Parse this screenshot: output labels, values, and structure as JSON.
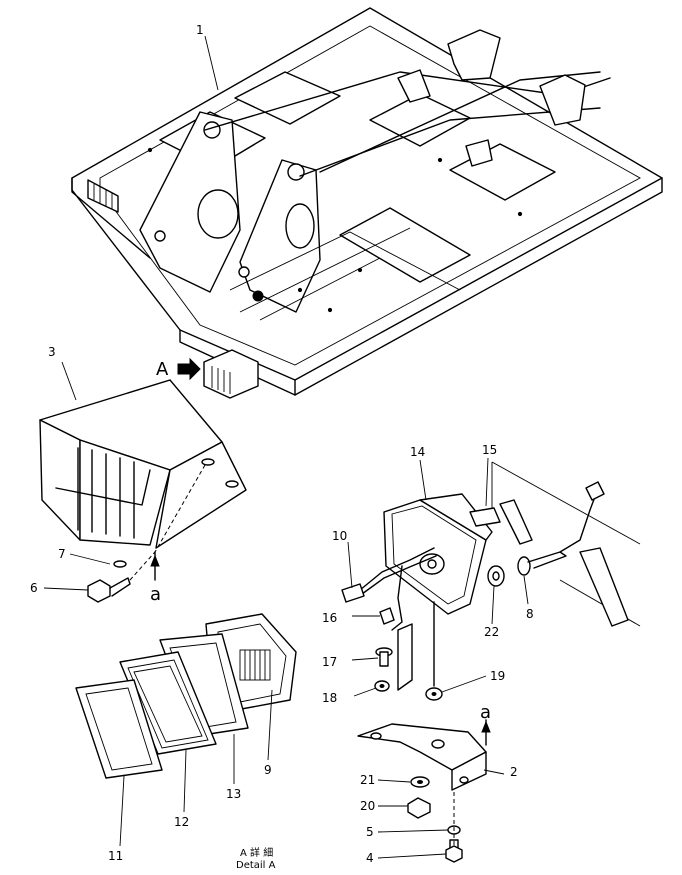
{
  "callouts": {
    "c1": "1",
    "c2": "2",
    "c3": "3",
    "c4": "4",
    "c5": "5",
    "c6": "6",
    "c7": "7",
    "c8": "8",
    "c9": "9",
    "c10": "10",
    "c11": "11",
    "c12": "12",
    "c13": "13",
    "c14": "14",
    "c15": "15",
    "c16": "16",
    "c17": "17",
    "c18": "18",
    "c19": "19",
    "c20": "20",
    "c21": "21",
    "c22": "22"
  },
  "view_marker": "A",
  "ref_a_left": "a",
  "ref_a_right": "a",
  "detail_caption_jp": "A 詳 細",
  "detail_caption_en": "Detail  A"
}
